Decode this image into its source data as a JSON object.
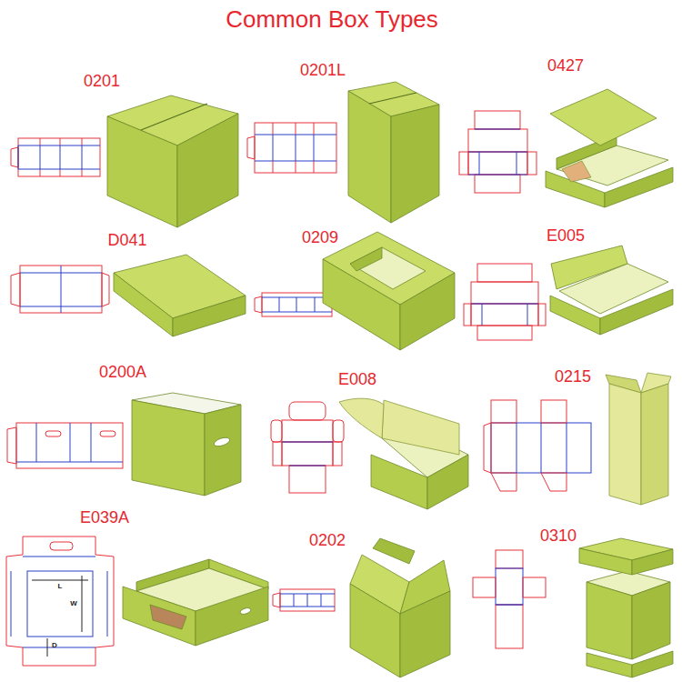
{
  "diagram": {
    "title": "Common Box Types",
    "labels": [
      "0201",
      "0201L",
      "0427",
      "D041",
      "0209",
      "E005",
      "0200A",
      "E008",
      "0215",
      "E039A",
      "0202",
      "0310",
      "L",
      "W",
      "D"
    ]
  }
}
